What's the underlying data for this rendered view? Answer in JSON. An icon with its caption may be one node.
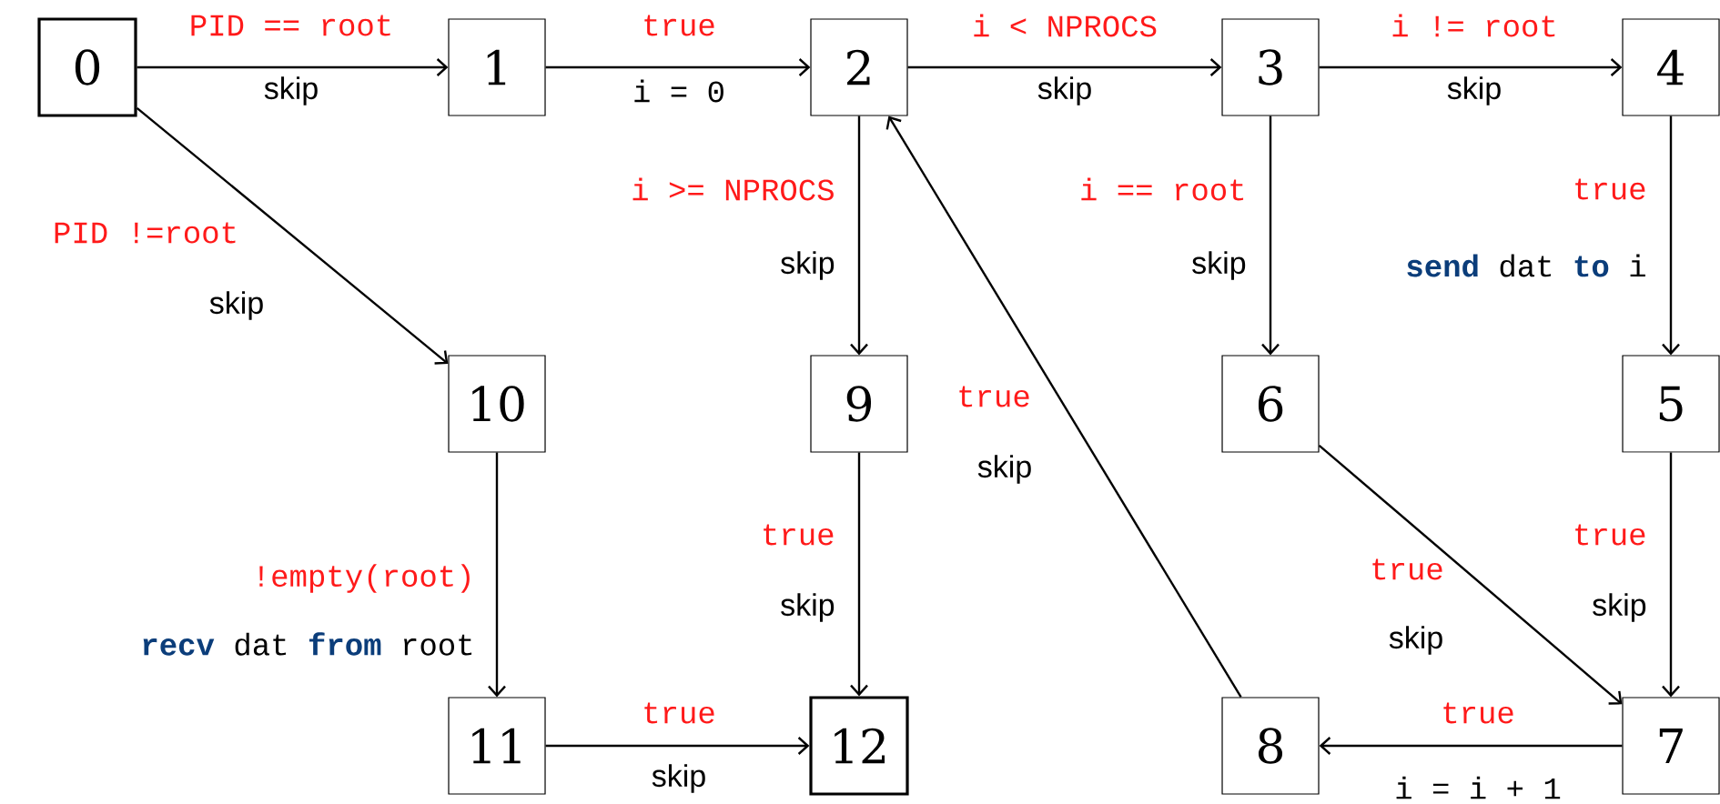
{
  "diagram": {
    "nodes": [
      {
        "text": [
          "0"
        ]
      },
      {
        "text": [
          "1"
        ]
      },
      {
        "text": [
          "2"
        ]
      },
      {
        "text": [
          "3"
        ]
      },
      {
        "text": [
          "4"
        ]
      },
      {
        "text": [
          "10"
        ]
      },
      {
        "text": [
          "9"
        ]
      },
      {
        "text": [
          "6"
        ]
      },
      {
        "text": [
          "5"
        ]
      },
      {
        "text": [
          "11"
        ]
      },
      {
        "text": [
          "12"
        ]
      },
      {
        "text": [
          "8"
        ]
      },
      {
        "text": [
          "7"
        ]
      }
    ],
    "edges": [
      {
        "from": 0,
        "to": 1,
        "arrow": "to",
        "label": "PID == root"
      },
      {
        "from": 1,
        "to": 2,
        "arrow": "to",
        "label": "true"
      },
      {
        "from": 2,
        "to": 3,
        "arrow": "to",
        "label": "i < NPROCS"
      },
      {
        "from": 3,
        "to": 4,
        "arrow": "to",
        "label": "i != root"
      },
      {
        "from": 0,
        "to": 5,
        "arrow": "to",
        "label": "PID !=root"
      },
      {
        "from": 2,
        "to": 6,
        "arrow": "to",
        "label": "i >= NPROCS"
      },
      {
        "from": 3,
        "to": 7,
        "arrow": "to",
        "label": "i == root"
      },
      {
        "from": 4,
        "to": 8,
        "arrow": "to",
        "label": "true"
      },
      {
        "from": 5,
        "to": 9,
        "arrow": "to",
        "label": "!empty(root)"
      },
      {
        "from": 6,
        "to": 10,
        "arrow": "to",
        "label": "true"
      },
      {
        "from": 11,
        "to": 2,
        "arrow": "to",
        "label": "true"
      },
      {
        "from": 7,
        "to": 12,
        "arrow": "to",
        "label": "true"
      },
      {
        "from": 8,
        "to": 12,
        "arrow": "to",
        "label": "true"
      },
      {
        "from": 12,
        "to": 11,
        "arrow": "to",
        "label": "true"
      },
      {
        "from": 9,
        "to": 10,
        "arrow": "to",
        "label": "true"
      }
    ],
    "labels": [
      "skip",
      "i = 0",
      "skip",
      "skip",
      "skip",
      "skip",
      "skip",
      "**send** dat **to** i",
      "skip",
      "**recv** dat **from** root",
      "skip",
      "skip",
      "skip",
      "skip",
      "i = i + 1"
    ]
  }
}
